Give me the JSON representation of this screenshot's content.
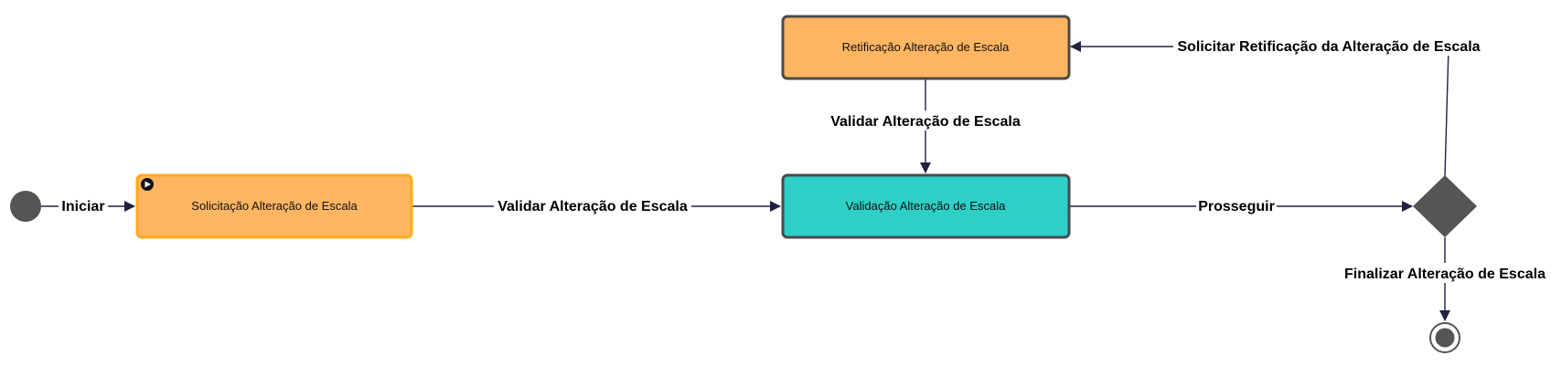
{
  "diagram": {
    "colors": {
      "activity_orange": "#ffb562",
      "activity_teal": "#2ecfc7",
      "start_node_border": "#ffab19",
      "node_border": "#4a4a4a",
      "edge": "#1f2340",
      "terminal": "#555555"
    },
    "nodes": {
      "start_task": {
        "label": "Solicitação Alteração de Escala",
        "icon": "play-icon"
      },
      "validation": {
        "label": "Validação Alteração de Escala"
      },
      "rectification": {
        "label": "Retificação Alteração de Escala"
      }
    },
    "edges": {
      "iniciar": "Iniciar",
      "validar_1": "Validar Alteração de Escala",
      "validar_2": "Validar Alteração de Escala",
      "prosseguir": "Prosseguir",
      "solicitar_retificacao": "Solicitar Retificação da Alteração de Escala",
      "finalizar": "Finalizar Alteração de Escala"
    }
  }
}
